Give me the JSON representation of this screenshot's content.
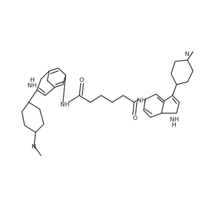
{
  "colors": {
    "bond": "#222222",
    "nitrogen": "#3030c8",
    "oxygen": "#d01010",
    "background": "#ffffff"
  },
  "labels": {
    "nh_indole_left": "NH",
    "h_indole_left": "H",
    "nh_amide_left": "NH",
    "o_left": "O",
    "n_pip_left": "N",
    "o_right": "O",
    "nh_amide_right": "NH",
    "n_pip_right": "N",
    "nh_indole_right": "NH",
    "h_indole_right": "H"
  }
}
